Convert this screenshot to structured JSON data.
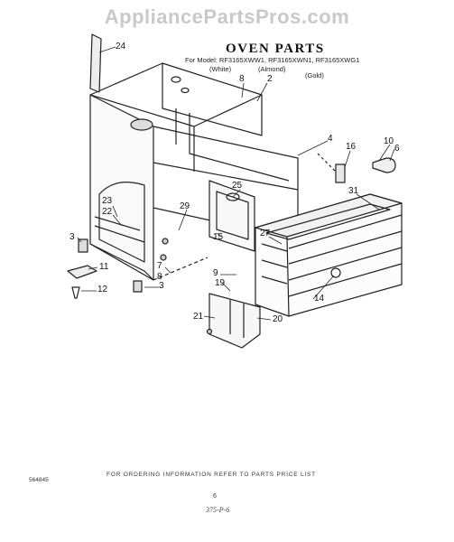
{
  "watermark": "AppliancePartsPros.com",
  "header": {
    "title": "OVEN PARTS",
    "models": "For Model: RF3165XWW1, RF3165XWN1, RF3165XWG1",
    "color_white": "(White)",
    "color_almond": "(Almond)",
    "color_gold": "(Gold)"
  },
  "callouts": [
    "24",
    "2",
    "8",
    "4",
    "16",
    "10",
    "6",
    "31",
    "25",
    "29",
    "23",
    "22",
    "27",
    "3",
    "15",
    "11",
    "7",
    "8",
    "12",
    "3",
    "9",
    "19",
    "14",
    "21",
    "20"
  ],
  "footer": {
    "code": "564845",
    "note": "FOR ORDERING INFORMATION REFER TO PARTS PRICE LIST",
    "page": "6",
    "handwritten": "375-P-6"
  }
}
